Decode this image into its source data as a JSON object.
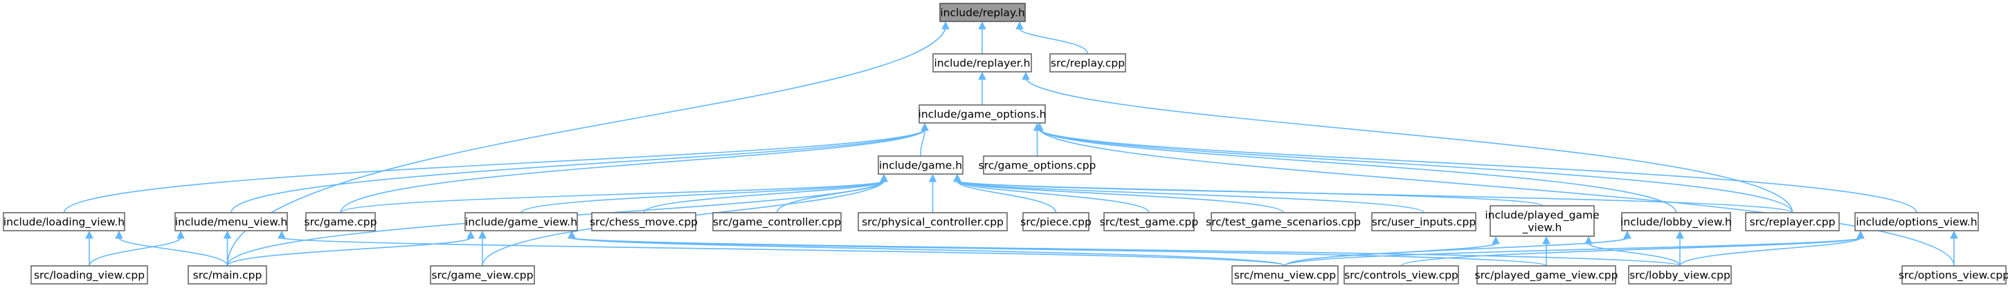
{
  "diagram": {
    "nodes": [
      {
        "id": "n_replay_h",
        "lines": [
          "include/replay.h"
        ],
        "root": true
      },
      {
        "id": "n_replayer_h",
        "lines": [
          "include/replayer.h"
        ]
      },
      {
        "id": "n_replay_cpp",
        "lines": [
          "src/replay.cpp"
        ]
      },
      {
        "id": "n_game_options_h",
        "lines": [
          "include/game_options.h"
        ]
      },
      {
        "id": "n_game_h",
        "lines": [
          "include/game.h"
        ]
      },
      {
        "id": "n_game_options_cpp",
        "lines": [
          "src/game_options.cpp"
        ]
      },
      {
        "id": "n_loading_view_h",
        "lines": [
          "include/loading_view.h"
        ]
      },
      {
        "id": "n_menu_view_h",
        "lines": [
          "include/menu_view.h"
        ]
      },
      {
        "id": "n_game_cpp",
        "lines": [
          "src/game.cpp"
        ]
      },
      {
        "id": "n_game_view_h",
        "lines": [
          "include/game_view.h"
        ]
      },
      {
        "id": "n_chess_move_cpp",
        "lines": [
          "src/chess_move.cpp"
        ]
      },
      {
        "id": "n_game_controller_cpp",
        "lines": [
          "src/game_controller.cpp"
        ]
      },
      {
        "id": "n_physical_controller_cpp",
        "lines": [
          "src/physical_controller.cpp"
        ]
      },
      {
        "id": "n_piece_cpp",
        "lines": [
          "src/piece.cpp"
        ]
      },
      {
        "id": "n_test_game_cpp",
        "lines": [
          "src/test_game.cpp"
        ]
      },
      {
        "id": "n_test_game_scenarios_cpp",
        "lines": [
          "src/test_game_scenarios.cpp"
        ]
      },
      {
        "id": "n_user_inputs_cpp",
        "lines": [
          "src/user_inputs.cpp"
        ]
      },
      {
        "id": "n_played_game_view_h",
        "lines": [
          "include/played_game",
          "_view.h"
        ]
      },
      {
        "id": "n_lobby_view_h",
        "lines": [
          "include/lobby_view.h"
        ]
      },
      {
        "id": "n_replayer_cpp",
        "lines": [
          "src/replayer.cpp"
        ]
      },
      {
        "id": "n_options_view_h",
        "lines": [
          "include/options_view.h"
        ]
      },
      {
        "id": "n_loading_view_cpp",
        "lines": [
          "src/loading_view.cpp"
        ]
      },
      {
        "id": "n_main_cpp",
        "lines": [
          "src/main.cpp"
        ]
      },
      {
        "id": "n_game_view_cpp",
        "lines": [
          "src/game_view.cpp"
        ]
      },
      {
        "id": "n_menu_view_cpp",
        "lines": [
          "src/menu_view.cpp"
        ]
      },
      {
        "id": "n_controls_view_cpp",
        "lines": [
          "src/controls_view.cpp"
        ]
      },
      {
        "id": "n_played_game_view_cpp",
        "lines": [
          "src/played_game_view.cpp"
        ]
      },
      {
        "id": "n_lobby_view_cpp",
        "lines": [
          "src/lobby_view.cpp"
        ]
      },
      {
        "id": "n_options_view_cpp",
        "lines": [
          "src/options_view.cpp"
        ]
      }
    ],
    "edges": [
      {
        "from": "n_replay_h",
        "to": "n_replayer_h"
      },
      {
        "from": "n_replay_h",
        "to": "n_replay_cpp"
      },
      {
        "from": "n_replay_h",
        "to": "n_main_cpp"
      },
      {
        "from": "n_replayer_h",
        "to": "n_game_options_h"
      },
      {
        "from": "n_replayer_h",
        "to": "n_replayer_cpp"
      },
      {
        "from": "n_game_options_h",
        "to": "n_game_h"
      },
      {
        "from": "n_game_options_h",
        "to": "n_game_options_cpp"
      },
      {
        "from": "n_game_options_h",
        "to": "n_loading_view_h"
      },
      {
        "from": "n_game_options_h",
        "to": "n_menu_view_h"
      },
      {
        "from": "n_game_options_h",
        "to": "n_game_cpp"
      },
      {
        "from": "n_game_options_h",
        "to": "n_lobby_view_h"
      },
      {
        "from": "n_game_options_h",
        "to": "n_replayer_cpp"
      },
      {
        "from": "n_game_options_h",
        "to": "n_options_view_h"
      },
      {
        "from": "n_game_options_h",
        "to": "n_options_view_cpp"
      },
      {
        "from": "n_game_h",
        "to": "n_game_cpp"
      },
      {
        "from": "n_game_h",
        "to": "n_game_view_h"
      },
      {
        "from": "n_game_h",
        "to": "n_chess_move_cpp"
      },
      {
        "from": "n_game_h",
        "to": "n_game_controller_cpp"
      },
      {
        "from": "n_game_h",
        "to": "n_physical_controller_cpp"
      },
      {
        "from": "n_game_h",
        "to": "n_piece_cpp"
      },
      {
        "from": "n_game_h",
        "to": "n_test_game_cpp"
      },
      {
        "from": "n_game_h",
        "to": "n_test_game_scenarios_cpp"
      },
      {
        "from": "n_game_h",
        "to": "n_user_inputs_cpp"
      },
      {
        "from": "n_game_h",
        "to": "n_played_game_view_h"
      },
      {
        "from": "n_game_h",
        "to": "n_replayer_cpp"
      },
      {
        "from": "n_game_h",
        "to": "n_main_cpp"
      },
      {
        "from": "n_game_h",
        "to": "n_game_view_cpp"
      },
      {
        "from": "n_loading_view_h",
        "to": "n_loading_view_cpp"
      },
      {
        "from": "n_loading_view_h",
        "to": "n_main_cpp"
      },
      {
        "from": "n_menu_view_h",
        "to": "n_loading_view_cpp"
      },
      {
        "from": "n_menu_view_h",
        "to": "n_main_cpp"
      },
      {
        "from": "n_menu_view_h",
        "to": "n_menu_view_cpp"
      },
      {
        "from": "n_game_view_h",
        "to": "n_main_cpp"
      },
      {
        "from": "n_game_view_h",
        "to": "n_game_view_cpp"
      },
      {
        "from": "n_game_view_h",
        "to": "n_menu_view_cpp"
      },
      {
        "from": "n_game_view_h",
        "to": "n_played_game_view_cpp"
      },
      {
        "from": "n_game_view_h",
        "to": "n_lobby_view_cpp"
      },
      {
        "from": "n_played_game_view_h",
        "to": "n_menu_view_cpp"
      },
      {
        "from": "n_played_game_view_h",
        "to": "n_played_game_view_cpp"
      },
      {
        "from": "n_played_game_view_h",
        "to": "n_lobby_view_cpp"
      },
      {
        "from": "n_lobby_view_h",
        "to": "n_menu_view_cpp"
      },
      {
        "from": "n_lobby_view_h",
        "to": "n_lobby_view_cpp"
      },
      {
        "from": "n_options_view_h",
        "to": "n_menu_view_cpp"
      },
      {
        "from": "n_options_view_h",
        "to": "n_controls_view_cpp"
      },
      {
        "from": "n_options_view_h",
        "to": "n_lobby_view_cpp"
      },
      {
        "from": "n_options_view_h",
        "to": "n_options_view_cpp"
      }
    ]
  }
}
